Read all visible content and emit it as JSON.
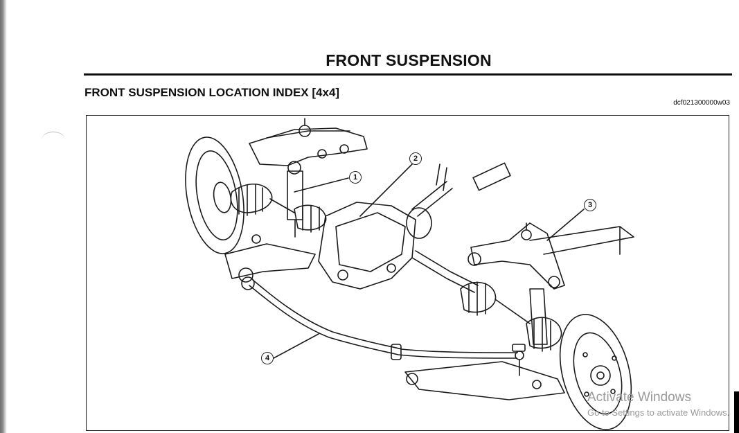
{
  "page_title": "FRONT SUSPENSION",
  "section_heading": "FRONT SUSPENSION LOCATION INDEX [4x4]",
  "doc_code": "dcf021300000w03",
  "callouts": [
    "1",
    "2",
    "3",
    "4"
  ],
  "watermark": {
    "title": "Activate Windows",
    "subtitle": "Go to Settings to activate Windows."
  },
  "colors": {
    "ink": "#111111",
    "paper": "#ffffff",
    "watermark": "#9a9a9a"
  }
}
